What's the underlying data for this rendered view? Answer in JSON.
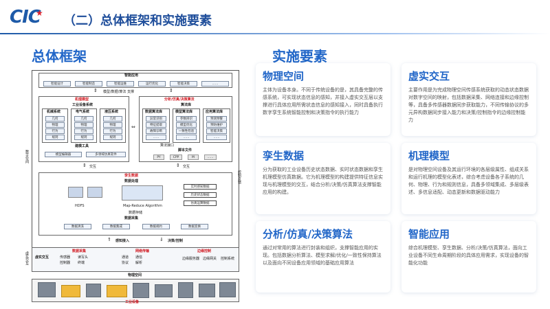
{
  "header": {
    "logo_text": "CIC",
    "title": "（二）总体框架和实施要素"
  },
  "sections": {
    "left_title": "总体框架",
    "right_title": "实施要素"
  },
  "diagram": {
    "smart_app": {
      "title": "智能应用",
      "items": [
        "智能设计",
        "智能制造",
        "智能运维",
        "运行优化",
        "智能决策",
        "……"
      ]
    },
    "service_label": "模型/数据/算法 支撑",
    "mechanism": {
      "title": "机理模型",
      "lib_title": "工业设备系统",
      "columns": [
        {
          "title": "机械系统",
          "items": [
            "几何",
            "物理",
            "行为",
            "规则"
          ]
        },
        {
          "title": "电气系统",
          "items": [
            "几何",
            "物理",
            "行为",
            "规则"
          ]
        },
        {
          "title": "液压系统",
          "items": [
            "几何",
            "物理",
            "行为",
            "规则"
          ]
        }
      ],
      "tools_title": "建模工具",
      "tools": [
        "模型编辑器",
        "多领域仿真软件"
      ]
    },
    "analysis": {
      "title": "分析/仿真/决策算法",
      "lib_title": "算法库",
      "columns": [
        {
          "title": "数据算法库",
          "items": [
            "异常识别",
            "特征提取",
            "故障诊断",
            "……"
          ]
        },
        {
          "title": "模型算法库",
          "items": [
            "参数辨识",
            "模型优化",
            "一致性检验",
            "……"
          ]
        },
        {
          "title": "应用算法库",
          "items": [
            "预测预警",
            "预防维护",
            "智能决策",
            "……"
          ]
        }
      ],
      "interface_label": "算法接口",
      "script_label": "脚本文件",
      "files": [
        "PY",
        "CPP",
        "M",
        "……"
      ]
    },
    "exchange_labels": [
      "交互",
      "交互"
    ],
    "twin_data": {
      "title": "孪生数据",
      "subtitle": "数据处理",
      "hdfs_label": "HDFS",
      "mapreduce_label": "Map-Reduce Algorithm",
      "tags": [
        "实时感知数据",
        "历史状态数据",
        "仿真运算数据"
      ],
      "storage_label": "数据存储",
      "collect_label": "数据采集",
      "items": [
        "数据清洗",
        "数据集成",
        "数据规约",
        "数据变换"
      ]
    },
    "side_labels": {
      "left_top": "数字空间",
      "left_bottom": "虚实交互",
      "right": "控制反馈"
    },
    "interaction": {
      "perception_label": "感知接入",
      "decision_label": "决策/控制",
      "vr_label": "虚实交互",
      "data_collect": {
        "title": "数据采集",
        "items": [
          "传感器",
          "读写头",
          "控制器",
          "终端"
        ]
      },
      "network": {
        "title": "网络传输",
        "items": [
          "通道",
          "通信",
          "协议",
          "解析"
        ]
      },
      "edge_control": {
        "title": "边缘控制",
        "items": [
          "边缘服务器",
          "边缘网关",
          "控制系统"
        ]
      }
    },
    "physical": {
      "title": "物理空间",
      "label": "工业设备"
    }
  },
  "cards": [
    {
      "title": "物理空间",
      "body": "主体为设备本身。不同于传统设备的是，其具备完整的传感系统，可实现状态信息的感知，并接入虚实交互层以支撑进行具体应用所需状态信息的感知接入，同时具备执行数字孪生系统智能控制和决策指令的执行能力"
    },
    {
      "title": "虚实交互",
      "body": "主要作用是为完成物理空间传感系统获取的动态状态数据对数字空间的映射，包括数据采集、网络连接和边缘控制等，具备多传感器数据同步获取能力，不同传输协议的多元异构数据同步接入能力和决策/控制指令的边缘控制能力"
    },
    {
      "title": "孪生数据",
      "body": "分为获取的工业设备历史状态数据、实时状态数据和孪生机理模型仿真数据。它为机理模型的构建提供特征信息实现与机理模型的交互，结合分析/决策/仿真算法支撑智能应用的构建。"
    },
    {
      "title": "机理模型",
      "body": "是对物理空间设备及其运行环境的各层级属性、组成关系和运行机理的模型化表述，综合考虑设备各子系统的几何、物理、行为和规则信息，具备多领域集成、多层级表述、多信息适配、动态更新和数据驱动能力"
    },
    {
      "title": "分析/仿真/决策算法",
      "body": "通过对常用的算法进行封装和组织，支撑智能应用的实现。包括数据分析算法、模型求解/优化/一致性保持算法以及面向不同设备应用领域的基础应用算法"
    },
    {
      "title": "智能应用",
      "body": "综合机理模型、孪生数据、分析/决策/仿真算法，面向工业设备不同生命周期阶段的具体应用需求，实现设备的智能化功能"
    }
  ],
  "colors": {
    "accent": "#2166c8",
    "title": "#1f4e9b",
    "red": "#d0161e"
  }
}
